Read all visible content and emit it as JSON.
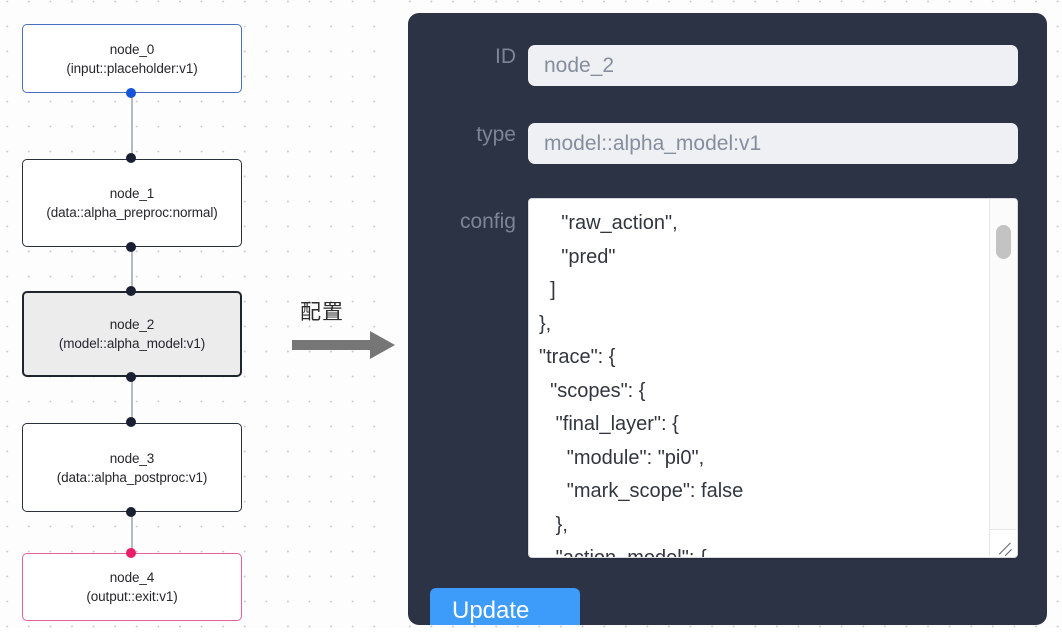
{
  "graph": {
    "nodes": [
      {
        "id": "node_0",
        "label": "node_0\n(input::placeholder:v1)",
        "kind": "input",
        "selected": false
      },
      {
        "id": "node_1",
        "label": "node_1\n(data::alpha_preproc:normal)",
        "kind": "default",
        "selected": false
      },
      {
        "id": "node_2",
        "label": "node_2\n(model::alpha_model:v1)",
        "kind": "default",
        "selected": true
      },
      {
        "id": "node_3",
        "label": "node_3\n(data::alpha_postproc:v1)",
        "kind": "default",
        "selected": false
      },
      {
        "id": "node_4",
        "label": "node_4\n(output::exit:v1)",
        "kind": "output",
        "selected": false
      }
    ],
    "colors": {
      "input_border": "#4a6fc0",
      "default_border": "#2b2f3a",
      "output_border": "#e2609e",
      "selected_fill": "#ececec",
      "edge": "#b6bac2",
      "handle_blue": "#1553d8",
      "handle_pink": "#ea1d6b"
    }
  },
  "annotation": {
    "label": "配置",
    "arrow_icon": "right-arrow-icon",
    "arrow_color": "#767676"
  },
  "panel": {
    "background": "#2c3344",
    "fields": {
      "id": {
        "label": "ID",
        "value": "node_2"
      },
      "type": {
        "label": "type",
        "value": "model::alpha_model:v1"
      },
      "config": {
        "label": "config",
        "value": "    \"raw_action\",\n    \"pred\"\n  ]\n},\n\"trace\": {\n  \"scopes\": {\n   \"final_layer\": {\n     \"module\": \"pi0\",\n     \"mark_scope\": false\n   },\n   \"action_model\": {"
      }
    },
    "update_button": {
      "label": "Update",
      "color": "#3d9bfa"
    },
    "scrollbar": {
      "name": "config-scrollbar"
    }
  }
}
